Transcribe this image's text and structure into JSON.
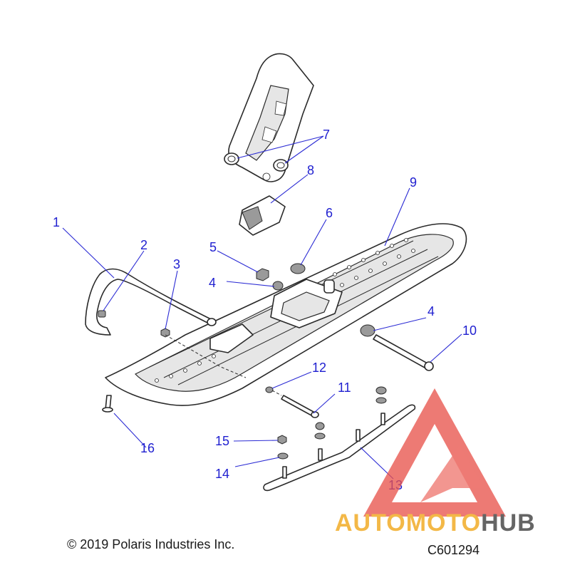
{
  "callouts": [
    {
      "id": "1",
      "label": "1"
    },
    {
      "id": "2",
      "label": "2"
    },
    {
      "id": "3",
      "label": "3"
    },
    {
      "id": "4a",
      "label": "4"
    },
    {
      "id": "4b",
      "label": "4"
    },
    {
      "id": "5",
      "label": "5"
    },
    {
      "id": "6",
      "label": "6"
    },
    {
      "id": "7",
      "label": "7"
    },
    {
      "id": "8",
      "label": "8"
    },
    {
      "id": "9",
      "label": "9"
    },
    {
      "id": "10",
      "label": "10"
    },
    {
      "id": "11",
      "label": "11"
    },
    {
      "id": "12",
      "label": "12"
    },
    {
      "id": "13",
      "label": "13"
    },
    {
      "id": "14",
      "label": "14"
    },
    {
      "id": "15",
      "label": "15"
    },
    {
      "id": "16",
      "label": "16"
    }
  ],
  "copyright": "© 2019 Polaris Industries Inc.",
  "figure_number": "C601294",
  "watermark": {
    "text_part1": "AUTOMOTO",
    "text_part2": "HUB",
    "color_primary": "#e8524a",
    "color_accent": "#f2b134",
    "color_dark": "#555555"
  },
  "colors": {
    "callout": "#1f1fd0"
  }
}
